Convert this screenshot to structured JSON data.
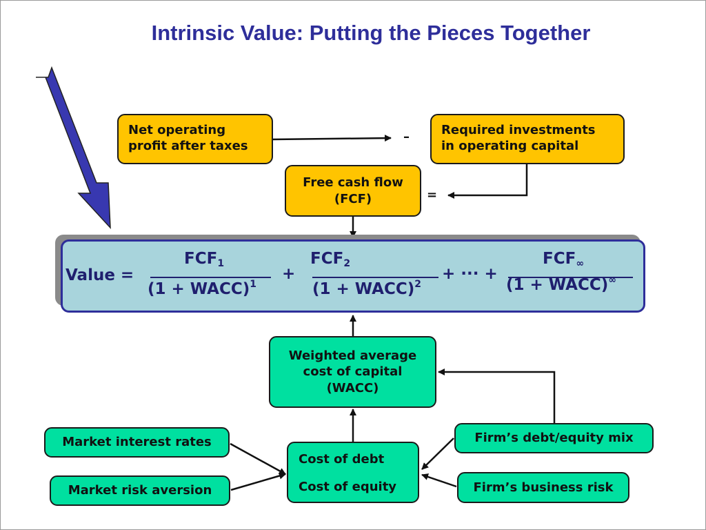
{
  "title": "Intrinsic Value: Putting the Pieces Together",
  "boxes": {
    "nopat": [
      "Net operating",
      "profit after taxes"
    ],
    "required_investments": [
      "Required investments",
      "in operating capital"
    ],
    "fcf": [
      "Free cash flow",
      "(FCF)"
    ],
    "wacc": [
      "Weighted average",
      "cost of capital",
      "(WACC)"
    ],
    "market_interest_rates": "Market interest rates",
    "market_risk_aversion": "Market risk aversion",
    "cost_of_capital": [
      "Cost of debt",
      "Cost of equity"
    ],
    "debt_equity_mix": "Firm’s debt/equity mix",
    "business_risk": "Firm’s business risk"
  },
  "operators": {
    "minus": "–",
    "equals": "="
  },
  "formula": {
    "lhs": "Value =",
    "terms": [
      {
        "numerator": "FCF",
        "numerator_sub": "1",
        "denominator": "(1 + WACC)",
        "denominator_sup": "1"
      },
      {
        "numerator": "FCF",
        "numerator_sub": "2",
        "denominator": "(1 + WACC)",
        "denominator_sup": "2"
      },
      {
        "numerator": "FCF",
        "numerator_sub": "∞",
        "denominator": "(1 + WACC)",
        "denominator_sup": "∞"
      }
    ],
    "plus": "+",
    "ellipsis_plus": "+ ··· +"
  },
  "colors": {
    "yellow": "#ffc400",
    "green": "#00e0a0",
    "formula_box": "#a8d4dc",
    "navy": "#2e2e9a",
    "arrow_blue": "#3838b0"
  }
}
